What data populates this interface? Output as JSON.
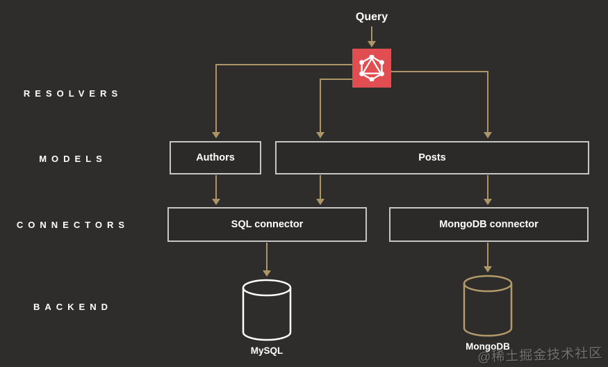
{
  "query_label": "Query",
  "layers": [
    {
      "id": "resolvers",
      "label": "RESOLVERS"
    },
    {
      "id": "models",
      "label": "MODELS"
    },
    {
      "id": "connectors",
      "label": "CONNECTORS"
    },
    {
      "id": "backend",
      "label": "BACKEND"
    }
  ],
  "nodes": {
    "graphql": {
      "icon": "graphql-logo"
    },
    "authors": {
      "label": "Authors"
    },
    "posts": {
      "label": "Posts"
    },
    "sql_connector": {
      "label": "SQL connector"
    },
    "mongodb_connector": {
      "label": "MongoDB connector"
    },
    "mysql": {
      "label": "MySQL"
    },
    "mongodb": {
      "label": "MongoDB"
    }
  },
  "edges": [
    {
      "from": "query",
      "to": "graphql"
    },
    {
      "from": "graphql",
      "to": "authors"
    },
    {
      "from": "graphql",
      "to": "posts-left"
    },
    {
      "from": "graphql",
      "to": "posts-right"
    },
    {
      "from": "authors",
      "to": "sql_connector"
    },
    {
      "from": "posts",
      "to": "sql_connector"
    },
    {
      "from": "posts",
      "to": "mongodb_connector"
    },
    {
      "from": "sql_connector",
      "to": "mysql"
    },
    {
      "from": "mongodb_connector",
      "to": "mongodb"
    }
  ],
  "watermark": "@稀土掘金技术社区",
  "colors": {
    "background": "#2f2d2b",
    "box_fill": "#2c2a29",
    "box_border": "#c6c6c6",
    "text": "#ffffff",
    "arrow": "#ad9568",
    "graphql_red": "#e04e52",
    "mysql_stroke": "#ffffff",
    "mongodb_stroke": "#b39a6a",
    "watermark_color": "#a8a8a8"
  }
}
